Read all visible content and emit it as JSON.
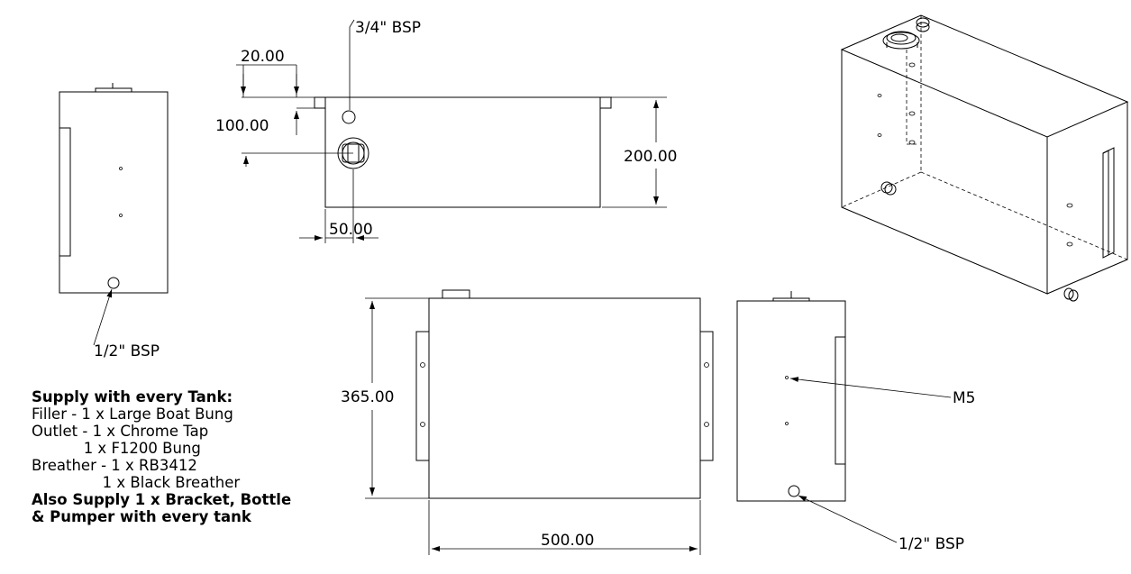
{
  "dimensions": {
    "width_20": "20.00",
    "height_100": "100.00",
    "height_200": "200.00",
    "width_50": "50.00",
    "height_365": "365.00",
    "length_500": "500.00"
  },
  "callouts": {
    "three_quarter_bsp": "3/4\" BSP",
    "half_bsp_left": "1/2\" BSP",
    "half_bsp_right": "1/2\" BSP",
    "m5": "M5"
  },
  "notes": {
    "heading": "Supply with every Tank:",
    "line1": "Filler - 1 x Large Boat Bung",
    "line2": "Outlet - 1 x Chrome Tap",
    "line3": "           1 x F1200 Bung",
    "line4": "Breather - 1 x RB3412",
    "line5": "               1 x Black Breather",
    "also1": "Also Supply 1 x Bracket, Bottle",
    "also2": "& Pumper with every tank"
  }
}
